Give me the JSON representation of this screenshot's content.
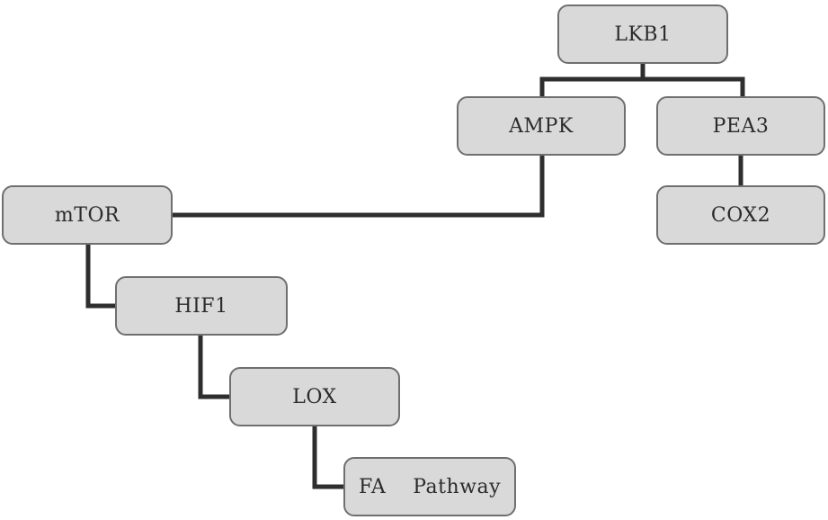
{
  "diagram": {
    "nodes": {
      "lkb1": "LKB1",
      "ampk": "AMPK",
      "pea3": "PEA3",
      "mtor": "mTOR",
      "cox2": "COX2",
      "hif1": "HIF1",
      "lox": "LOX",
      "fa_pathway": "FA    Pathway"
    },
    "edges": [
      {
        "from": "LKB1",
        "to": "AMPK"
      },
      {
        "from": "LKB1",
        "to": "PEA3"
      },
      {
        "from": "PEA3",
        "to": "COX2"
      },
      {
        "from": "AMPK",
        "to": "mTOR"
      },
      {
        "from": "mTOR",
        "to": "HIF1"
      },
      {
        "from": "HIF1",
        "to": "LOX"
      },
      {
        "from": "LOX",
        "to": "FA    Pathway"
      }
    ]
  }
}
